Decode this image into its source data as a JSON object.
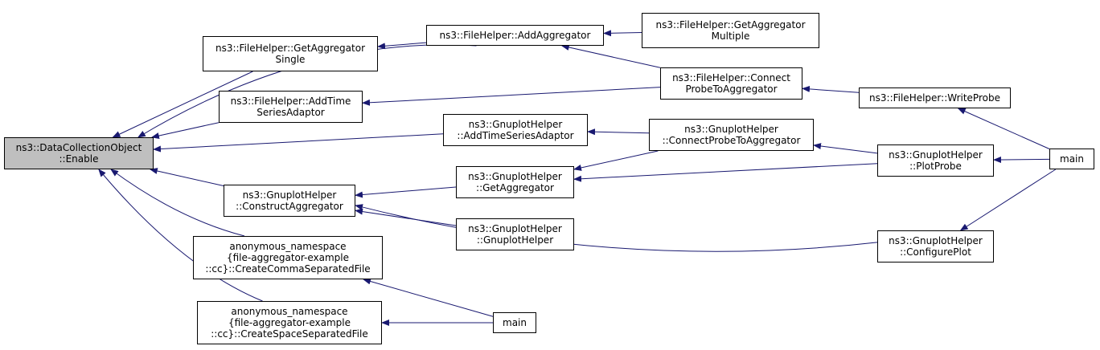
{
  "diagram": {
    "type": "call-graph",
    "edge_color": "#191970",
    "focus_fill": "#bfbfbf",
    "nodes": {
      "enable": {
        "lines": [
          "ns3::DataCollectionObject",
          "::Enable"
        ],
        "focus": true
      },
      "fh_get_single": {
        "lines": [
          "ns3::FileHelper::GetAggregator",
          "Single"
        ]
      },
      "fh_add_agg": {
        "lines": [
          "ns3::FileHelper::AddAggregator"
        ]
      },
      "fh_get_multiple": {
        "lines": [
          "ns3::FileHelper::GetAggregator",
          "Multiple"
        ]
      },
      "fh_add_ts": {
        "lines": [
          "ns3::FileHelper::AddTime",
          "SeriesAdaptor"
        ]
      },
      "fh_connect": {
        "lines": [
          "ns3::FileHelper::Connect",
          "ProbeToAggregator"
        ]
      },
      "fh_write": {
        "lines": [
          "ns3::FileHelper::WriteProbe"
        ]
      },
      "gh_add_ts": {
        "lines": [
          "ns3::GnuplotHelper",
          "::AddTimeSeriesAdaptor"
        ]
      },
      "gh_connect": {
        "lines": [
          "ns3::GnuplotHelper",
          "::ConnectProbeToAggregator"
        ]
      },
      "gh_plot": {
        "lines": [
          "ns3::GnuplotHelper",
          "::PlotProbe"
        ]
      },
      "main_r": {
        "lines": [
          "main"
        ]
      },
      "gh_get": {
        "lines": [
          "ns3::GnuplotHelper",
          "::GetAggregator"
        ]
      },
      "gh_construct": {
        "lines": [
          "ns3::GnuplotHelper",
          "::ConstructAggregator"
        ]
      },
      "gh_ctor": {
        "lines": [
          "ns3::GnuplotHelper",
          "::GnuplotHelper"
        ]
      },
      "gh_configure": {
        "lines": [
          "ns3::GnuplotHelper",
          "::ConfigurePlot"
        ]
      },
      "anon_comma": {
        "lines": [
          "anonymous_namespace",
          "{file-aggregator-example",
          "::cc}::CreateCommaSeparatedFile"
        ]
      },
      "anon_space": {
        "lines": [
          "anonymous_namespace",
          "{file-aggregator-example",
          "::cc}::CreateSpaceSeparatedFile"
        ]
      },
      "main_b": {
        "lines": [
          "main"
        ]
      }
    },
    "edges": [
      [
        "fh_get_single",
        "enable"
      ],
      [
        "fh_add_agg",
        "enable"
      ],
      [
        "fh_add_ts",
        "enable"
      ],
      [
        "gh_add_ts",
        "enable"
      ],
      [
        "gh_construct",
        "enable"
      ],
      [
        "anon_comma",
        "enable"
      ],
      [
        "anon_space",
        "enable"
      ],
      [
        "fh_add_agg",
        "fh_get_single"
      ],
      [
        "fh_get_multiple",
        "fh_add_agg"
      ],
      [
        "fh_connect",
        "fh_add_agg"
      ],
      [
        "fh_connect",
        "fh_add_ts"
      ],
      [
        "fh_write",
        "fh_connect"
      ],
      [
        "main_r",
        "fh_write"
      ],
      [
        "gh_connect",
        "gh_add_ts"
      ],
      [
        "gh_plot",
        "gh_connect"
      ],
      [
        "gh_connect",
        "gh_get"
      ],
      [
        "gh_plot",
        "gh_get"
      ],
      [
        "main_r",
        "gh_plot"
      ],
      [
        "gh_get",
        "gh_construct"
      ],
      [
        "gh_ctor",
        "gh_construct"
      ],
      [
        "gh_configure",
        "gh_construct"
      ],
      [
        "main_r",
        "gh_configure"
      ],
      [
        "main_b",
        "anon_comma"
      ],
      [
        "main_b",
        "anon_space"
      ]
    ]
  }
}
